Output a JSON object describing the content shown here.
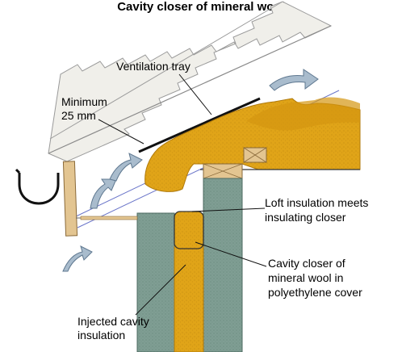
{
  "title": "Cavity closer of mineral wool",
  "labels": {
    "ventilation_tray": "Ventilation tray",
    "minimum_line1": "Minimum",
    "minimum_line2": "25 mm",
    "loft_line1": "Loft insulation meets",
    "loft_line2": "insulating closer",
    "closer_line1": "Cavity closer of",
    "closer_line2": "mineral wool in",
    "closer_line3": "polyethylene cover",
    "injected_line1": "Injected cavity",
    "injected_line2": "insulation"
  },
  "colors": {
    "insulation": "#e0a418",
    "insulation_dark": "#b07a0c",
    "block": "#7f9e93",
    "block_dark": "#4e6b62",
    "timber": "#e3c591",
    "roof_tile": "#f0efea",
    "airflow_arrow": "#a9bccd",
    "airflow_arrow_dark": "#5f7890"
  },
  "icons": [
    "gutter-icon",
    "airflow-arrow-icon"
  ]
}
